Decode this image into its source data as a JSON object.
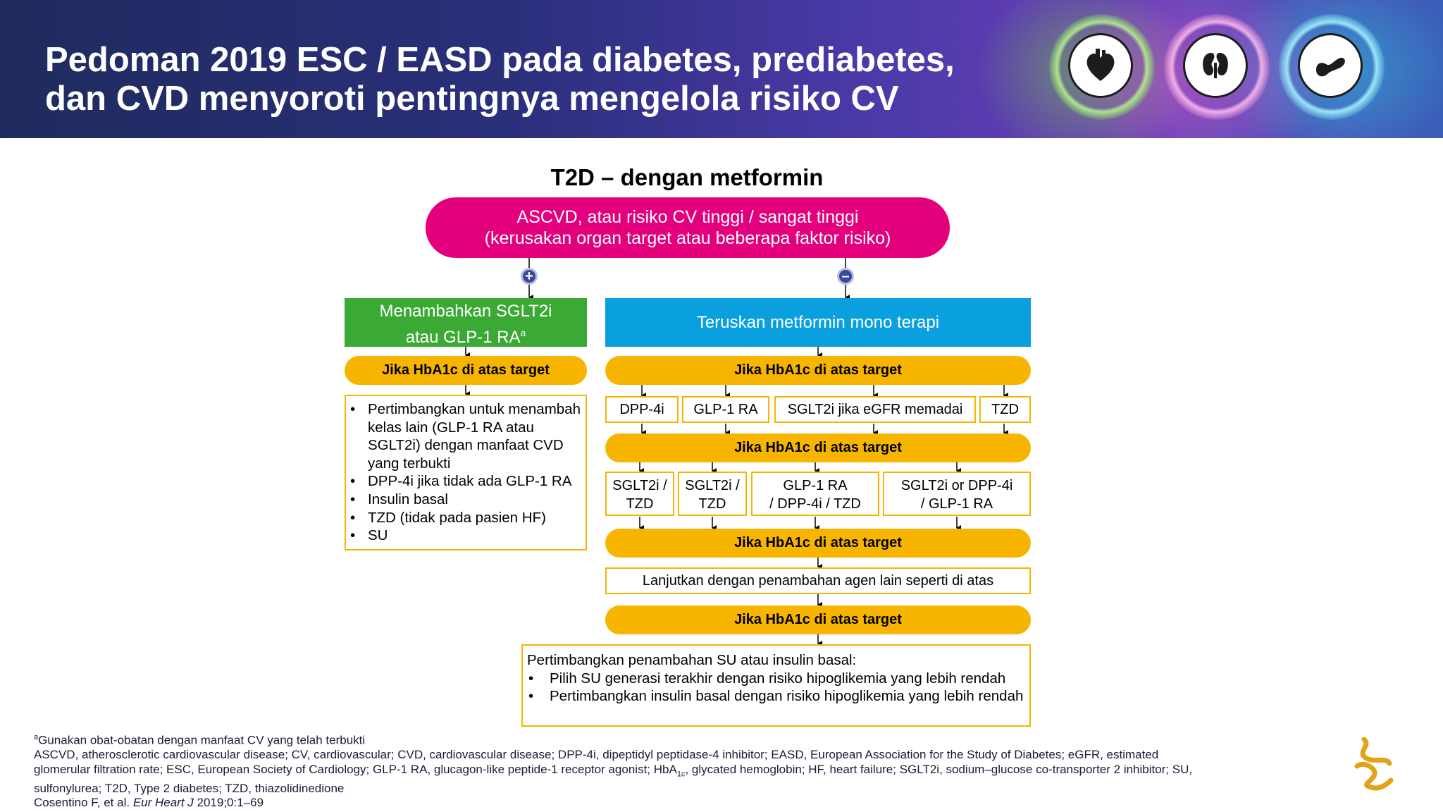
{
  "header": {
    "title_line1": "Pedoman 2019 ESC / EASD pada diabetes, prediabetes,",
    "title_line2": "dan CVD menyoroti pentingnya mengelola risiko CV"
  },
  "diagram": {
    "subtitle": "T2D – dengan metformin",
    "top_line1": "ASCVD, atau risiko CV tinggi / sangat tinggi",
    "top_line2": "(kerusakan organ target atau beberapa faktor risiko)",
    "plus_sign": "+",
    "minus_sign": "–",
    "green_line1": "Menambahkan SGLT2i",
    "green_line2": "atau GLP-1 RA",
    "green_sup": "a",
    "blue_label": "Teruskan metformin mono terapi",
    "hba1c": "Jika HbA1c di atas target",
    "left_items": [
      "Pertimbangkan untuk menambah kelas lain (GLP-1 RA atau SGLT2i) dengan manfaat CVD yang terbukti",
      "DPP-4i jika tidak ada GLP-1 RA",
      "Insulin basal",
      "TZD (tidak pada pasien HF)",
      "SU"
    ],
    "row1": [
      "DPP-4i",
      "GLP-1 RA",
      "SGLT2i jika eGFR memadai",
      "TZD"
    ],
    "row2": [
      [
        "SGLT2i /",
        "TZD"
      ],
      [
        "SGLT2i /",
        "TZD"
      ],
      [
        "GLP-1 RA",
        "/ DPP-4i / TZD"
      ],
      [
        "SGLT2i or DPP-4i",
        "/ GLP-1 RA"
      ]
    ],
    "continue_label": "Lanjutkan dengan penambahan agen lain seperti di atas",
    "final_title": "Pertimbangkan penambahan SU atau insulin basal:",
    "final_items": [
      "Pilih SU generasi terakhir dengan risiko hipoglikemia yang lebih rendah",
      "Pertimbangkan insulin basal dengan risiko hipoglikemia yang lebih rendah"
    ],
    "bullet": "•"
  },
  "footnotes": {
    "note_sup": "a",
    "note": "Gunakan obat-obatan dengan manfaat CV yang telah terbukti",
    "abbrev1": "ASCVD, atherosclerotic cardiovascular disease; CV, cardiovascular; CVD, cardiovascular disease; DPP-4i, dipeptidyl peptidase-4 inhibitor; EASD, European Association for the Study of Diabetes; eGFR, estimated",
    "abbrev2a": "glomerular filtration rate; ESC, European Society of Cardiology; GLP-1 RA, glucagon-like peptide-1 receptor agonist; HbA",
    "abbrev2sub": "1c",
    "abbrev2b": ", glycated hemoglobin; HF, heart failure; SGLT2i, sodium–glucose co-transporter 2 inhibitor; SU,",
    "abbrev3": "sulfonylurea; T2D, Type 2 diabetes; TZD, thiazolidinedione",
    "ref_a": "Cosentino F, et al. ",
    "ref_journal": "Eur Heart J",
    "ref_b": " 2019;0:1–69"
  },
  "icons": [
    "heart-icon",
    "kidney-icon",
    "pancreas-icon",
    "company-logo"
  ],
  "colors": {
    "pink": "#e4007c",
    "green": "#3aaa35",
    "blue": "#0aa0e0",
    "amber": "#f7b500",
    "header_dark": "#1f2b5e"
  }
}
